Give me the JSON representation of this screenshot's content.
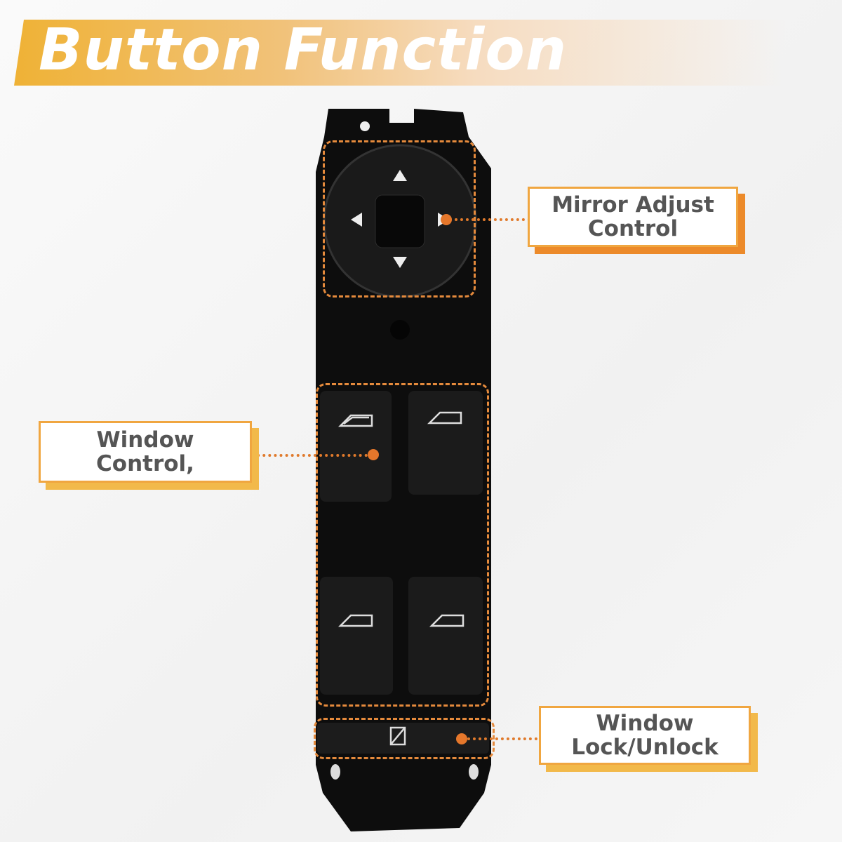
{
  "header": {
    "title": "Button Function"
  },
  "callouts": {
    "mirror": {
      "line1": "Mirror Adjust",
      "line2": "Control"
    },
    "window": {
      "line1": "Window",
      "line2": "Control,"
    },
    "lock": {
      "line1": "Window",
      "line2": "Lock/Unlock"
    }
  },
  "colors": {
    "accent": "#e58a3c",
    "banner": "#efb236",
    "device": "#0c0c0c"
  }
}
